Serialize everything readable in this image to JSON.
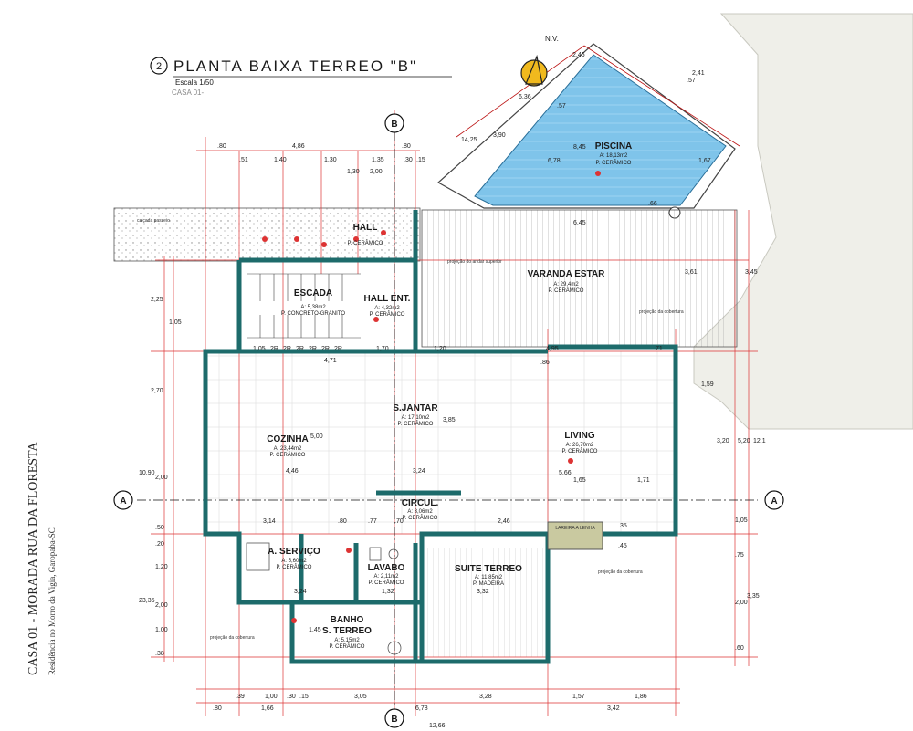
{
  "header": {
    "number": "2",
    "title": "PLANTA BAIXA TERREO \"B\"",
    "scale": "Escala 1/50",
    "house": "CASA 01-"
  },
  "side": {
    "title": "CASA 01 - MORADA RUA DA FLORESTA",
    "subtitle": "Residência no Morro da Vigia, Garopaba-SC"
  },
  "compass": {
    "label": "N.V."
  },
  "axes": {
    "a_label": "A",
    "b_label": "B"
  },
  "rooms": {
    "piscina": {
      "name": "PISCINA",
      "area": "A: 18,13m2",
      "floor": "P. CERÂMICO"
    },
    "varanda": {
      "name": "VARANDA ESTAR",
      "area": "A: 29,4m2",
      "floor": "P. CERÂMICO"
    },
    "hall_top": {
      "name": "HALL",
      "floor": "P. CERÂMICO"
    },
    "escada": {
      "name": "ESCADA",
      "area": "A: 5,38m2",
      "floor": "P. CONCRETO-GRANITO"
    },
    "hallent": {
      "name": "HALL ENT.",
      "area": "A: 4,32m2",
      "floor": "P. CERÂMICO"
    },
    "jantar": {
      "name": "S.JANTAR",
      "area": "A: 17,10m2",
      "floor": "P. CERÂMICO"
    },
    "cozinha": {
      "name": "COZINHA",
      "area": "A: 23,44m2",
      "floor": "P. CERÂMICO"
    },
    "living": {
      "name": "LIVING",
      "area": "A: 26,70m2",
      "floor": "P. CERÂMICO"
    },
    "circul": {
      "name": "CIRCUL.",
      "area": "A: 3,06m2",
      "floor": "P. CERÂMICO"
    },
    "servico": {
      "name": "A. SERVIÇO",
      "area": "A: 5,60m2",
      "floor": "P. CERÂMICO"
    },
    "lavabo": {
      "name": "LAVABO",
      "area": "A: 2,11m2",
      "floor": "P. CERÂMICO"
    },
    "suite": {
      "name": "SUITE TERREO",
      "area": "A: 11,85m2",
      "floor": "P. MADEIRA"
    },
    "banho": {
      "name": "BANHO",
      "name2": "S. TERREO",
      "area": "A: 5,15m2",
      "floor": "P. CERÂMICO"
    },
    "lareira": {
      "name": "LAREIRA A LENHA"
    }
  },
  "notes": {
    "cobertura": "projeção da cobertura",
    "andar_superior": "projeção do andar superior",
    "calcada": "calçada passeio"
  },
  "dims": {
    "top_row1": [
      ".80",
      "4,86",
      ".80"
    ],
    "top_row2": [
      ".51",
      "1,40",
      "1,30",
      "1,35",
      "1,30",
      ".30",
      ".15"
    ],
    "top_row3": [
      "2,00"
    ],
    "pool": [
      "14,25",
      "3,90",
      "6,78",
      "8,45",
      "1,67",
      "6,45",
      "2,46",
      "2,41",
      ".66",
      ".57",
      ".57",
      "6,36"
    ],
    "bottom_row1": [
      ".39",
      "1,00",
      ".30",
      ".15",
      "3,05",
      "3,28",
      "1,57",
      "1,86"
    ],
    "bottom_row2": [
      ".80",
      "1,66",
      "6,78",
      "3,42"
    ],
    "bottom_total": "12,66",
    "left": [
      "2,25",
      "1,05",
      "2,70",
      "10,90",
      "2,00",
      ".50",
      ".20",
      "1,20",
      "23,35",
      "2,00",
      "1,00",
      ".38"
    ],
    "right": [
      "3,45",
      "3,61",
      "3,20",
      "5,20",
      "12,1",
      "1,05",
      ".75",
      "3,35",
      "2,00",
      ".60"
    ],
    "interior": [
      "1,05",
      "2R",
      "2R",
      "2R",
      "2R",
      "2R",
      "2R",
      "1,70",
      "1,20",
      "4,95",
      "4,71",
      ".71",
      ".86",
      "1,59",
      "4,46",
      "5,00",
      "3,24",
      "3,85",
      "5,66",
      "1,65",
      "1,71",
      "3,14",
      ".80",
      ".77",
      ".70",
      "2,46",
      "3,24",
      "1,32",
      "3,32",
      "1,45",
      ".35",
      ".45"
    ]
  }
}
